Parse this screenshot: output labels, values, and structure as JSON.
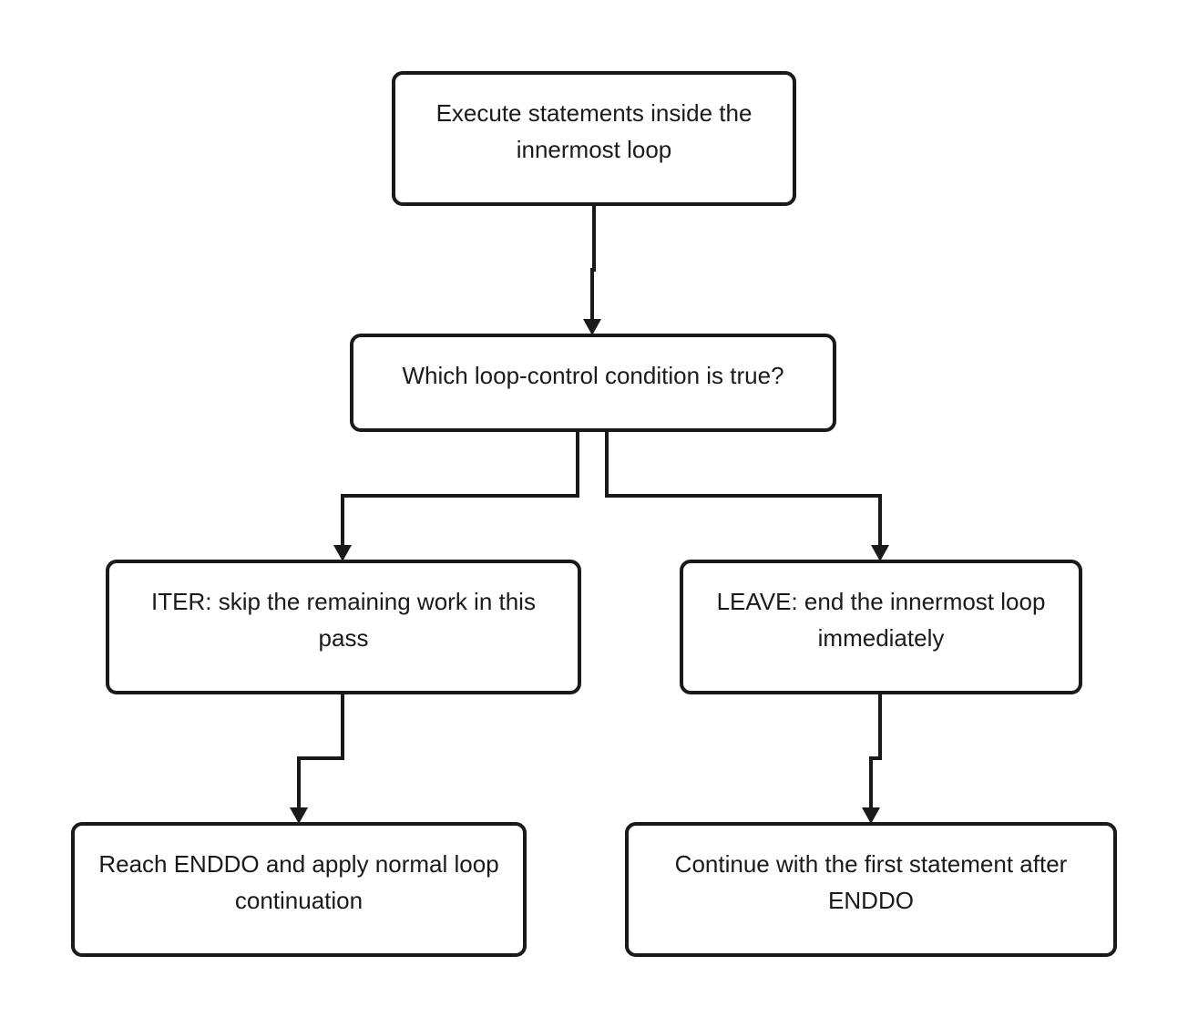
{
  "nodes": {
    "execute": {
      "label": "Execute statements inside the innermost loop"
    },
    "decision": {
      "label": "Which loop-control condition is true?"
    },
    "iter": {
      "label": "ITER: skip the remaining work in this pass"
    },
    "leave": {
      "label": "LEAVE: end the innermost loop immediately"
    },
    "enddo_continue": {
      "label": "Reach ENDDO and apply normal loop continuation"
    },
    "after_enddo": {
      "label": "Continue with the first statement after ENDDO"
    }
  },
  "edges": [
    {
      "from": "execute",
      "to": "decision"
    },
    {
      "from": "decision",
      "to": "iter"
    },
    {
      "from": "decision",
      "to": "leave"
    },
    {
      "from": "iter",
      "to": "enddo_continue"
    },
    {
      "from": "leave",
      "to": "after_enddo"
    }
  ],
  "colors": {
    "stroke": "#1a1a1a",
    "fill": "#ffffff",
    "text": "#1a1a1a"
  }
}
